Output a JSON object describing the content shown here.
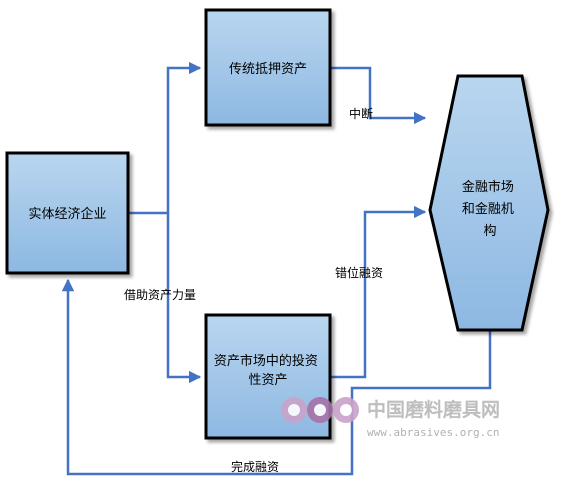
{
  "diagram": {
    "nodes": {
      "enterprise": "实体经济企业",
      "collateral": "传统抵押资产",
      "investment": [
        "资产市场中的投资",
        "性资产"
      ],
      "financial": [
        "金融市场",
        "和金融机",
        "构"
      ]
    },
    "edges": {
      "interrupt": "中断",
      "mismatch": "错位融资",
      "borrow": "借助资产力量",
      "complete": "完成融资"
    },
    "colors": {
      "arrow": "#4472c4",
      "box_fill": "#9dc3e6",
      "box_border": "#000000"
    }
  },
  "watermark": {
    "logo": "ccc",
    "site_name": "中国磨料磨具网",
    "url": "www.abrasives.org.cn"
  }
}
